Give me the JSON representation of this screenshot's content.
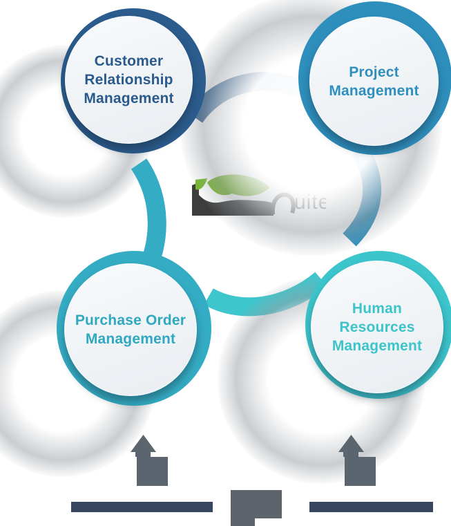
{
  "diagram": {
    "center_logo": {
      "visible_text_fragment": "uite",
      "accent_green": "#76b82a",
      "text_dark": "#3d3d3d"
    },
    "nodes": [
      {
        "name": "Customer Relationship Management",
        "lines": [
          "Customer",
          "Relationship",
          "Management"
        ],
        "ring_color": "#2b5c8d",
        "text_color": "#2a5a8c"
      },
      {
        "name": "Project Management",
        "lines": [
          "Project",
          "Management"
        ],
        "ring_color": "#2e8fbd",
        "text_color": "#2e8fbd"
      },
      {
        "name": "Purchase Order Management",
        "lines": [
          "Purchase Order",
          "Management"
        ],
        "ring_color": "#34adc4",
        "text_color": "#2fa8c0"
      },
      {
        "name": "Human Resources Management",
        "lines": [
          "Human",
          "Resources",
          "Management"
        ],
        "ring_color": "#3dc5cc",
        "text_color": "#3cc4cb"
      }
    ],
    "connectors": [
      {
        "position": "top",
        "color": "#2b5c8d"
      },
      {
        "position": "right",
        "color": "#2e8fbd"
      },
      {
        "position": "bottom",
        "color": "#3ec6cd"
      },
      {
        "position": "left",
        "color": "#34adc4"
      }
    ],
    "footer": {
      "arrow_color": "#5b6570",
      "bar_color": "#36465e",
      "blob_color": "#5d646c"
    }
  }
}
